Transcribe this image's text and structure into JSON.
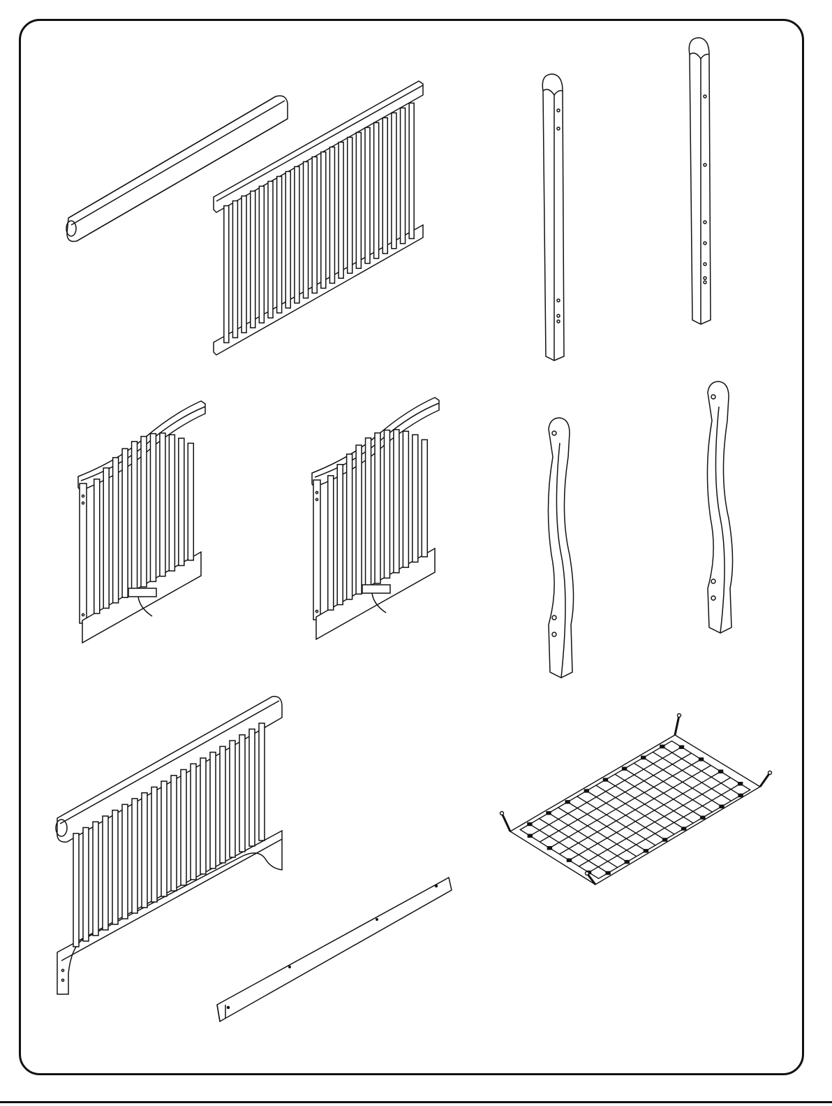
{
  "page": {
    "stroke_color": "#111111",
    "background_color": "#ffffff"
  },
  "parts": [
    {
      "name": "top-rail",
      "icon": "rail-icon"
    },
    {
      "name": "front-rail-panel",
      "icon": "slat-panel-icon"
    },
    {
      "name": "left-front-post",
      "icon": "post-icon"
    },
    {
      "name": "right-front-post",
      "icon": "post-icon"
    },
    {
      "name": "left-side-panel",
      "icon": "slat-panel-icon"
    },
    {
      "name": "right-side-panel",
      "icon": "slat-panel-icon"
    },
    {
      "name": "left-rear-post",
      "icon": "post-icon"
    },
    {
      "name": "right-rear-post",
      "icon": "post-icon"
    },
    {
      "name": "headboard-panel",
      "icon": "slat-panel-icon"
    },
    {
      "name": "stabilizer-bar",
      "icon": "rail-icon"
    },
    {
      "name": "mattress-spring",
      "icon": "spring-frame-icon"
    }
  ]
}
